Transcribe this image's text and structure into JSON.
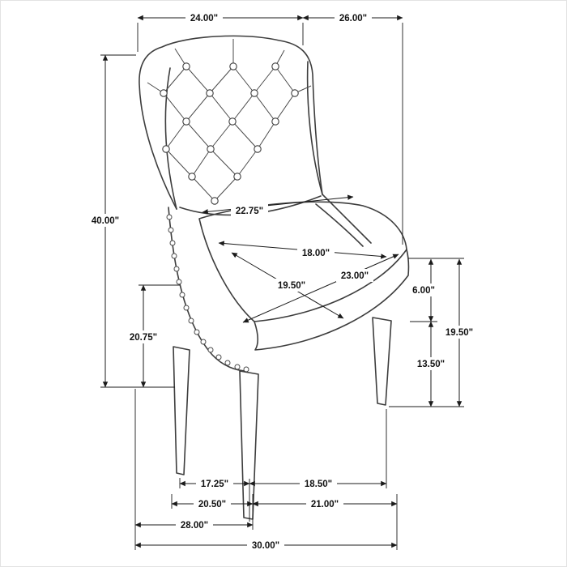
{
  "diagram": {
    "kind": "chair-dimension-diagram",
    "line_color": "#1b1b1b",
    "chair_line_color": "#3d3d3d",
    "background": "#ffffff",
    "dims": {
      "top_back_width": "24.00\"",
      "top_seat_depth": "26.00\"",
      "overall_height": "40.00\"",
      "arm_height": "20.75\"",
      "inner_back_width": "22.75\"",
      "seat_front_width": "18.00\"",
      "seat_diagonal": "23.00\"",
      "seat_depth": "19.50\"",
      "cushion_thickness": "6.00\"",
      "leg_clearance": "13.50\"",
      "seat_height": "19.50\"",
      "front_leg_span": "17.25\"",
      "side_leg_span": "18.50\"",
      "base_front_width": "20.50\"",
      "base_side_depth": "21.00\"",
      "overall_width": "28.00\"",
      "overall_depth": "30.00\""
    }
  }
}
